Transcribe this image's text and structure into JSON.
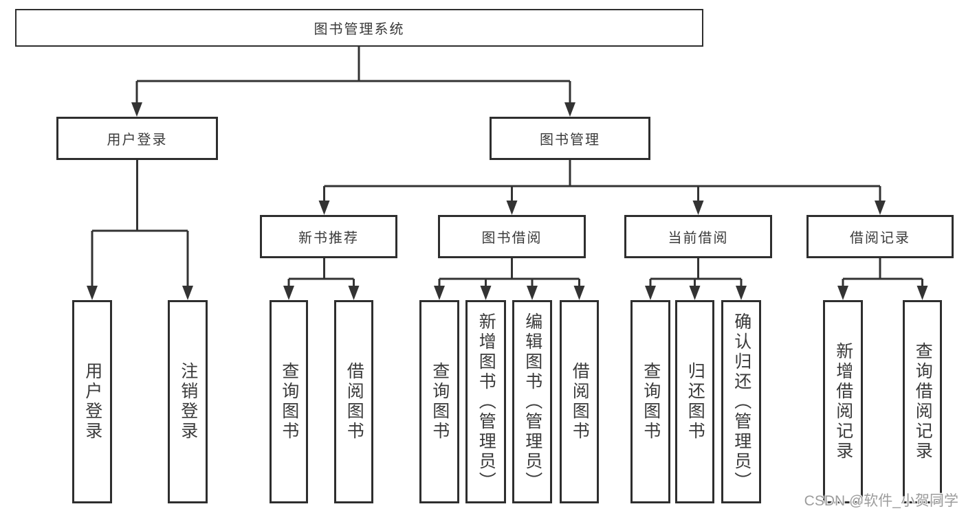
{
  "diagram": {
    "root": {
      "label": "图书管理系统"
    },
    "branches": [
      {
        "label": "用户登录",
        "children": [
          {
            "label": "用户登录"
          },
          {
            "label": "注销登录"
          }
        ]
      },
      {
        "label": "图书管理",
        "children": [
          {
            "label": "新书推荐",
            "children": [
              {
                "label": "查询图书"
              },
              {
                "label": "借阅图书"
              }
            ]
          },
          {
            "label": "图书借阅",
            "children": [
              {
                "label": "查询图书"
              },
              {
                "label": "新增图书（管理员）"
              },
              {
                "label": "编辑图书（管理员）"
              },
              {
                "label": "借阅图书"
              }
            ]
          },
          {
            "label": "当前借阅",
            "children": [
              {
                "label": "查询图书"
              },
              {
                "label": "归还图书"
              },
              {
                "label": "确认归还（管理员）"
              }
            ]
          },
          {
            "label": "借阅记录",
            "children": [
              {
                "label": "新增借阅记录"
              },
              {
                "label": "查询借阅记录"
              }
            ]
          }
        ]
      }
    ]
  },
  "watermark": {
    "text": "CSDN @软件_小贺同学"
  },
  "colors": {
    "line": "#333333",
    "box_border": "#2e2e2e",
    "text": "#3a3a3a",
    "watermark": "#9c9c9c",
    "background": "#ffffff"
  }
}
